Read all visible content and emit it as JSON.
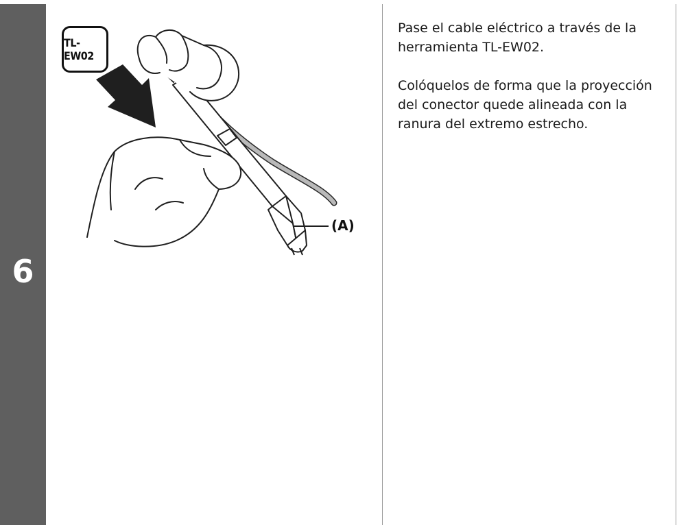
{
  "step": {
    "number": "6"
  },
  "tool": {
    "label": "TL-EW02"
  },
  "illustration": {
    "callout_label": "(A)"
  },
  "instructions": {
    "paragraph_1": "Pase el cable eléctrico a través de la herramienta TL-EW02.",
    "paragraph_2": "Colóquelos de forma que la proyección del conector quede alineada con la ranura del extremo estrecho."
  }
}
